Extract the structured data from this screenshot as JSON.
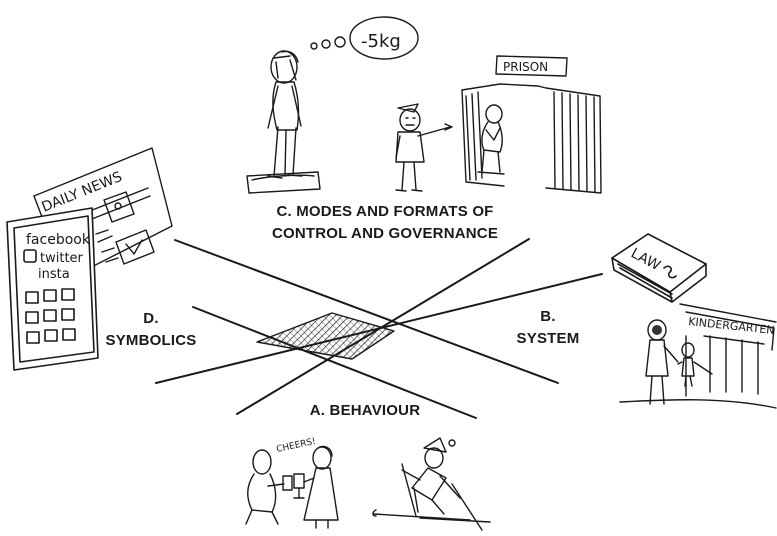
{
  "quadrants": {
    "c": {
      "line1": "C. MODES AND FORMATS OF",
      "line2": "CONTROL AND GOVERNANCE"
    },
    "b": {
      "line1": "B.",
      "line2": "SYSTEM"
    },
    "d": {
      "line1": "D.",
      "line2": "SYMBOLICS"
    },
    "a": {
      "line1": "A. BEHAVIOUR"
    }
  },
  "sketch_text": {
    "thought_bubble": "-5kg",
    "prison_sign": "PRISON",
    "newspaper_title": "DAILY NEWS",
    "phone_line1": "facebook",
    "phone_line2": "twitter",
    "phone_line3": "insta",
    "book_title": "LAW",
    "kindergarten_sign": "KINDERGARTEN",
    "cheers": "CHEERS!"
  }
}
